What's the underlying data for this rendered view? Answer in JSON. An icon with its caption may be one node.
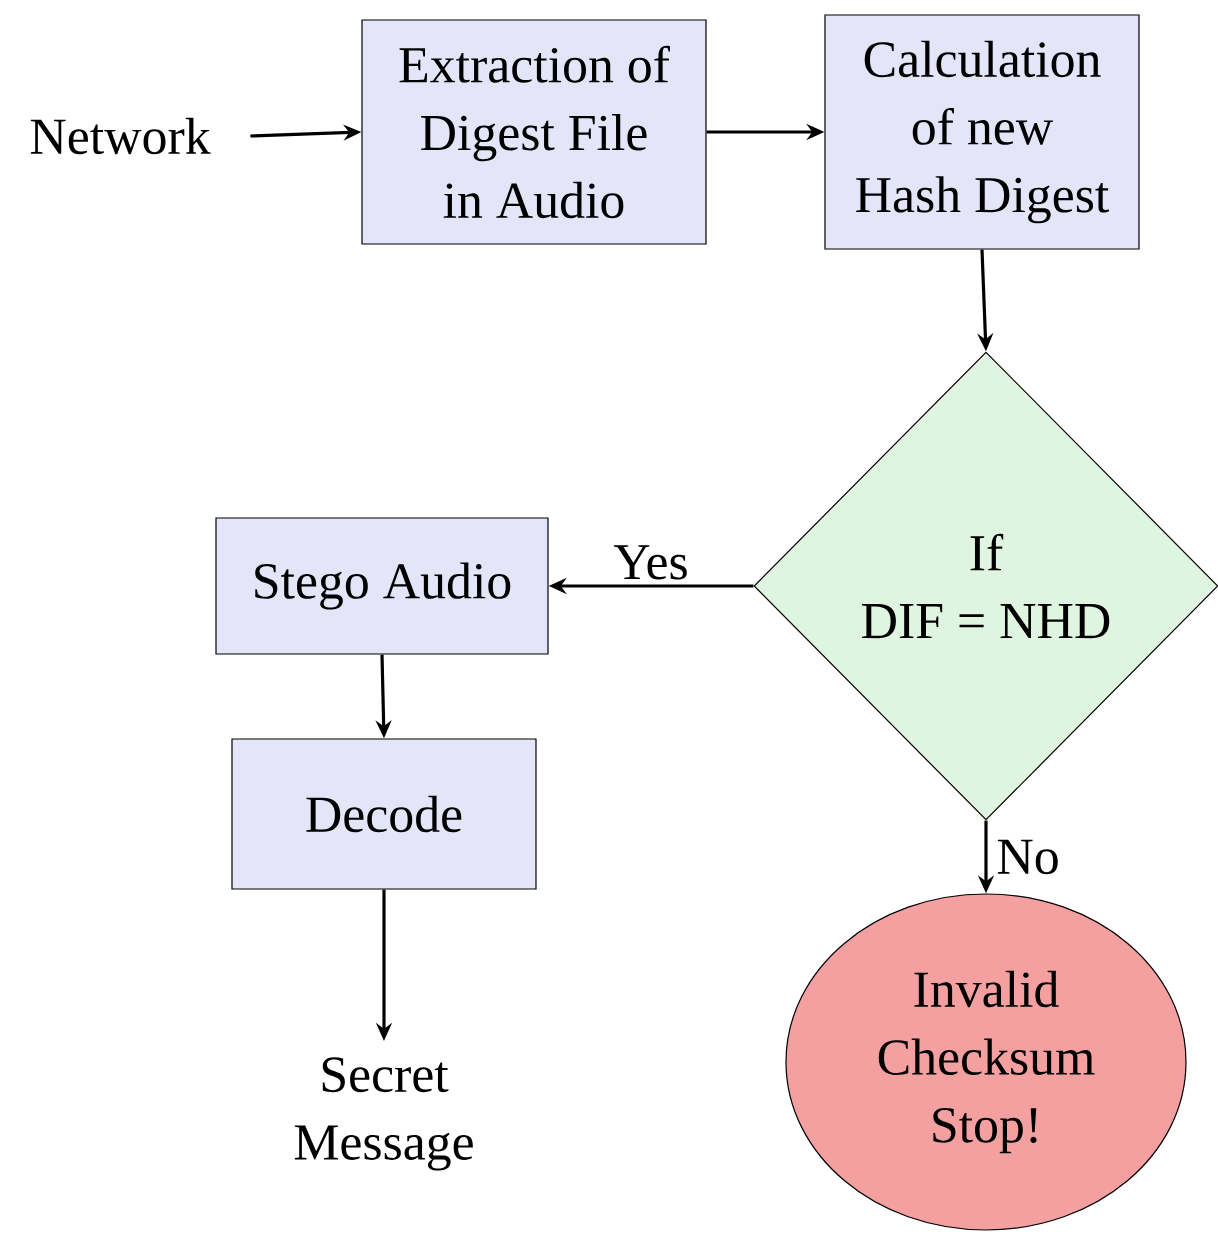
{
  "diagram": {
    "nodes": [
      {
        "text": [
          "Network"
        ]
      },
      {
        "text": [
          "Extraction of Digest File in Audio"
        ]
      },
      {
        "text": [
          "Calculation of new Hash Digest"
        ]
      },
      {
        "text": [
          "If",
          "DIF = NHD"
        ]
      },
      {
        "text": [
          "Stego Audio"
        ]
      },
      {
        "text": [
          "Decode"
        ]
      },
      {
        "text": [
          "Secret Message"
        ]
      },
      {
        "text": [
          "Invalid Checksum Stop!"
        ]
      }
    ],
    "edges": [
      {
        "from": 0,
        "to": 1,
        "arrow": "to"
      },
      {
        "from": 1,
        "to": 2,
        "arrow": "to"
      },
      {
        "from": 2,
        "to": 3,
        "arrow": "to"
      },
      {
        "from": 3,
        "to": 4,
        "arrow": "to",
        "label": "Yes"
      },
      {
        "from": 4,
        "to": 5,
        "arrow": "to"
      },
      {
        "from": 5,
        "to": 6,
        "arrow": "to"
      },
      {
        "from": 3,
        "to": 7,
        "arrow": "to",
        "label": "No"
      }
    ]
  }
}
